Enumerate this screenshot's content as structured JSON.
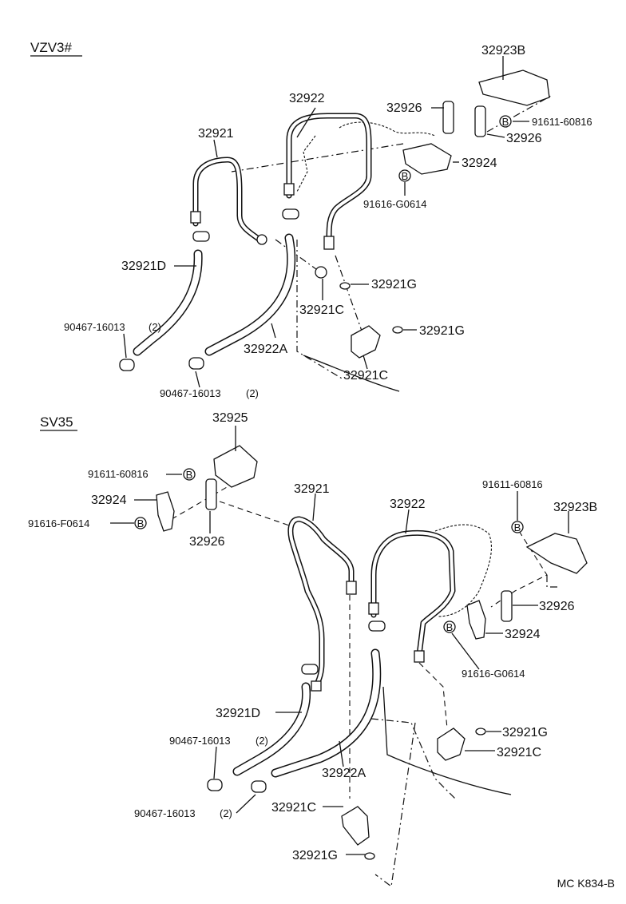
{
  "sections": {
    "top": "VZV3#",
    "bottom": "SV35"
  },
  "top_labels": {
    "p32923B": "32923B",
    "p32922": "32922",
    "p32926a": "32926",
    "p91611": "91611-60816",
    "p32926b": "32926",
    "p32921": "32921",
    "p32924": "32924",
    "p91616": "91616-G0614",
    "p32921D": "32921D",
    "p32921G_a": "32921G",
    "p32921C_a": "32921C",
    "p32921G_b": "32921G",
    "p90467_a": "90467-16013",
    "p90467_a_qty": "(2)",
    "p32922A": "32922A",
    "p32921C_b": "32921C",
    "p90467_b": "90467-16013",
    "p90467_b_qty": "(2)"
  },
  "bottom_labels": {
    "p32925": "32925",
    "p91611_a": "91611-60816",
    "p32924_a": "32924",
    "p91616_a": "91616-F0614",
    "p32926_a": "32926",
    "p32921": "32921",
    "p32922": "32922",
    "p91611_b": "91611-60816",
    "p32923B": "32923B",
    "p32926_b": "32926",
    "p32924_b": "32924",
    "p91616_b": "91616-G0614",
    "p32921D": "32921D",
    "p90467_a": "90467-16013",
    "p90467_a_qty": "(2)",
    "p32922A": "32922A",
    "p32921G_a": "32921G",
    "p32921C_a": "32921C",
    "p90467_b": "90467-16013",
    "p90467_b_qty": "(2)",
    "p32921C_b": "32921C",
    "p32921G_b": "32921G"
  },
  "bolt_symbol": "B",
  "diagram_ref": "MC K834-B"
}
